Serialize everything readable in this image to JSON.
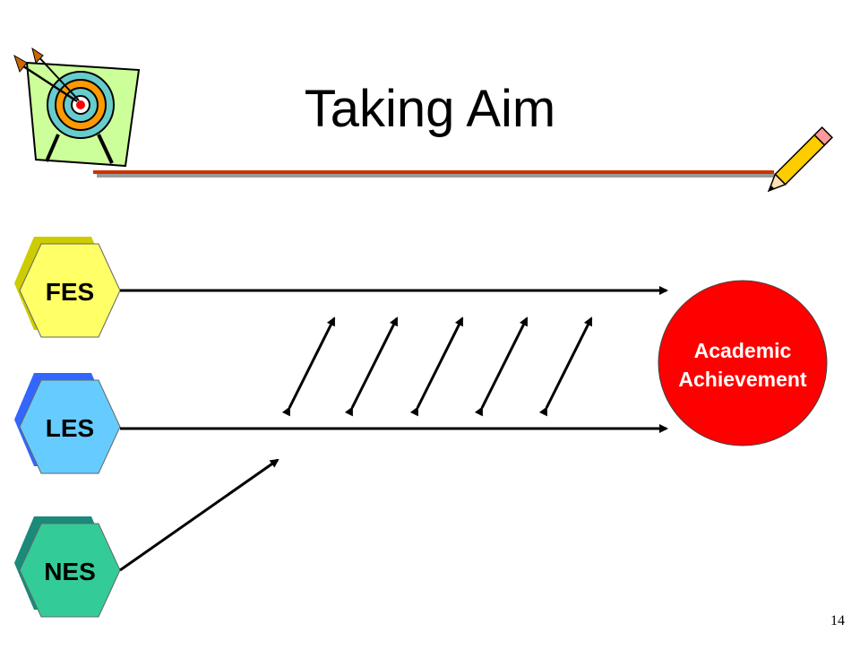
{
  "slide": {
    "title": "Taking Aim",
    "page_number": "14"
  },
  "nodes": [
    {
      "id": "fes",
      "label": "FES",
      "fill": "#ffff66",
      "shadow": "#cccc00"
    },
    {
      "id": "les",
      "label": "LES",
      "fill": "#66ccff",
      "shadow": "#3366ff"
    },
    {
      "id": "nes",
      "label": "NES",
      "fill": "#33cc99",
      "shadow": "#1a8a7a"
    }
  ],
  "target": {
    "label_line1": "Academic",
    "label_line2": "Achievement",
    "fill": "#ff0000",
    "text_color": "#ffffff"
  },
  "icons": {
    "clipart_left": "archery-target-icon",
    "clipart_right": "pencil-icon"
  }
}
